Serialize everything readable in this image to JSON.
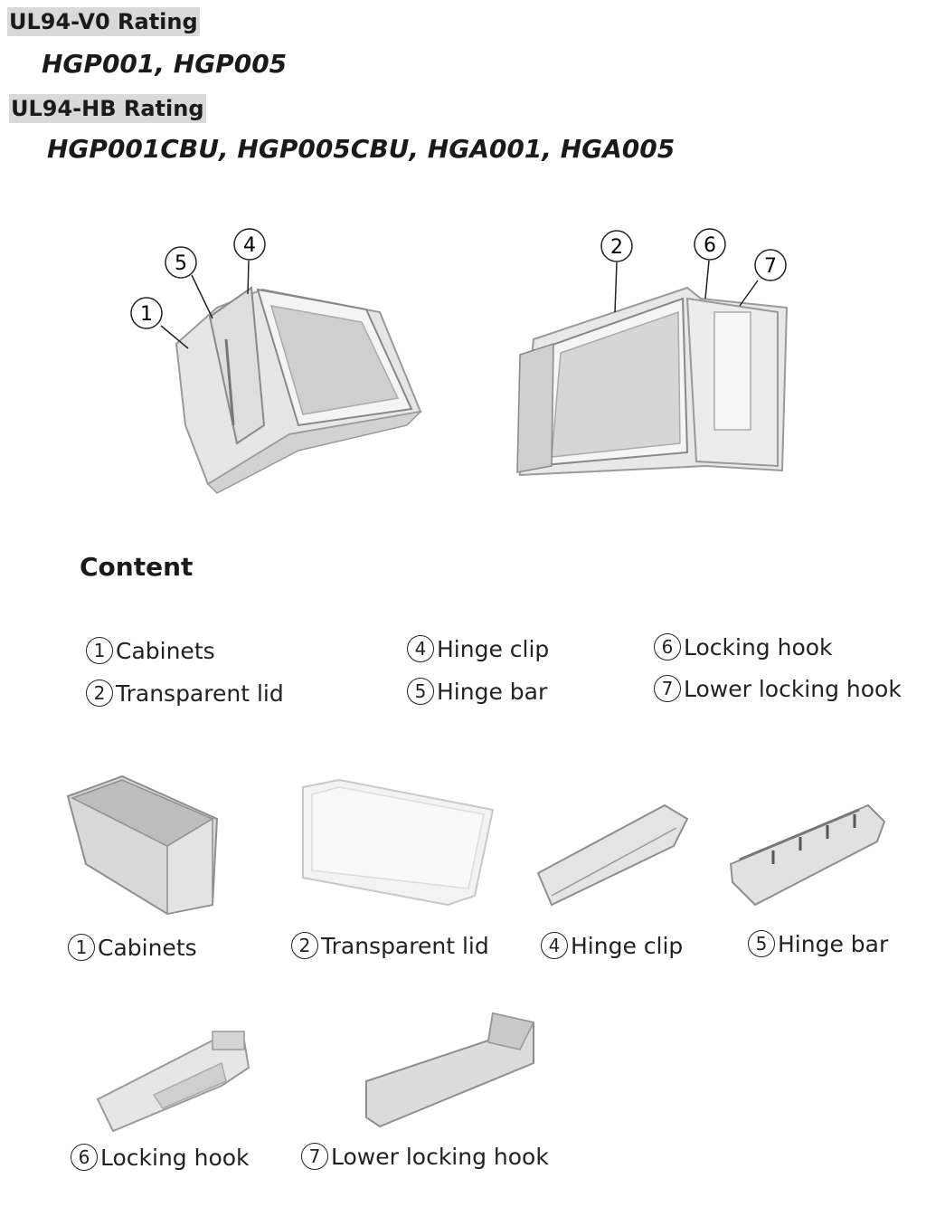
{
  "ratings": [
    {
      "label": "UL94-V0 Rating",
      "models": "HGP001, HGP005"
    },
    {
      "label": "UL94-HB Rating",
      "models": "HGP001CBU, HGP005CBU, HGA001, HGA005"
    }
  ],
  "diagram": {
    "left_callouts": [
      "1",
      "5",
      "4"
    ],
    "right_callouts": [
      "2",
      "6",
      "7"
    ]
  },
  "content": {
    "title": "Content",
    "legend": [
      {
        "num": "1",
        "label": "Cabinets"
      },
      {
        "num": "2",
        "label": "Transparent lid"
      },
      {
        "num": "4",
        "label": "Hinge clip"
      },
      {
        "num": "5",
        "label": "Hinge bar"
      },
      {
        "num": "6",
        "label": "Locking hook"
      },
      {
        "num": "7",
        "label": "Lower locking hook"
      }
    ]
  },
  "parts": [
    {
      "num": "1",
      "label": "Cabinets"
    },
    {
      "num": "2",
      "label": "Transparent lid"
    },
    {
      "num": "4",
      "label": "Hinge clip"
    },
    {
      "num": "5",
      "label": "Hinge bar"
    },
    {
      "num": "6",
      "label": "Locking hook"
    },
    {
      "num": "7",
      "label": "Lower locking hook"
    }
  ]
}
